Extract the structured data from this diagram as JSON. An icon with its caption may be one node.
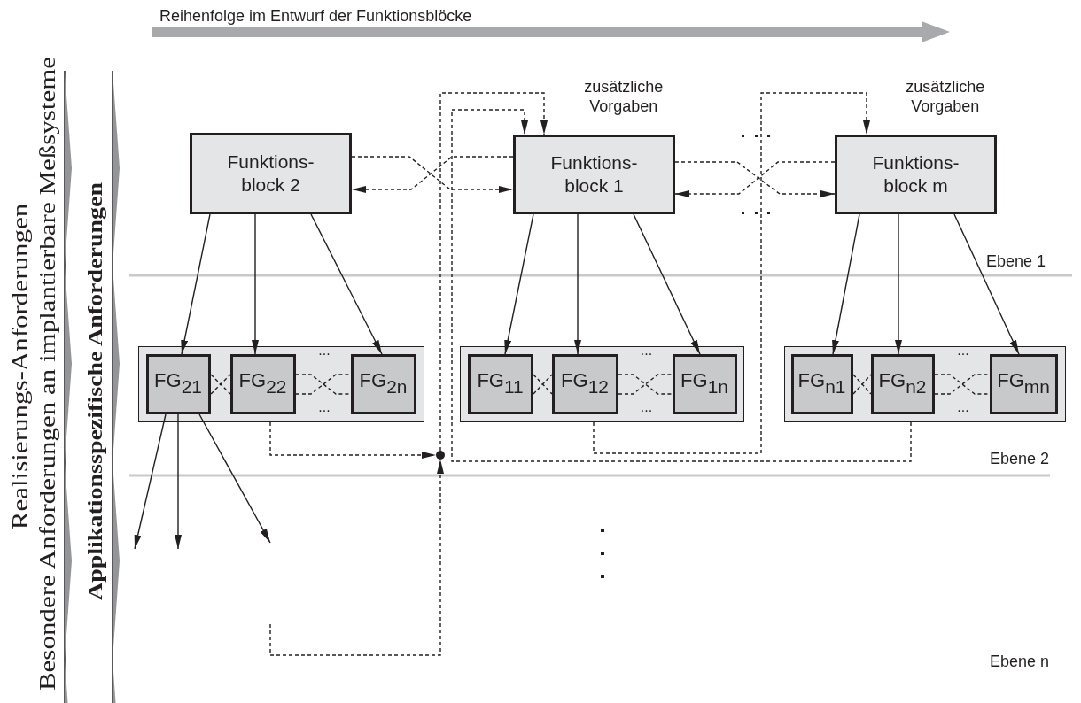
{
  "diagram": {
    "nodes": [
      {
        "text": [
          "Funktions- block 2"
        ]
      },
      {
        "text": [
          "Funktions- block 1"
        ],
        "beside": [
          "zusätzliche Vorgaben"
        ]
      },
      {
        "text": [
          "Funktions- block m"
        ],
        "beside": [
          "zusätzliche Vorgaben"
        ]
      },
      {
        "text": [
          "...",
          "..."
        ]
      },
      {
        "text": [
          "FG$_{21}$"
        ],
        "in": 3
      },
      {
        "text": [
          "FG$_{22}$"
        ],
        "in": 3
      },
      {
        "text": [
          "FG$_{2n}$"
        ],
        "in": 3
      },
      {
        "text": [
          "...",
          "..."
        ]
      },
      {
        "text": [
          "FG$_{11}$"
        ],
        "in": 7
      },
      {
        "text": [
          "FG$_{12}$"
        ],
        "in": 7
      },
      {
        "text": [
          "FG$_{1n}$"
        ],
        "in": 7
      },
      {
        "text": [
          "...",
          "..."
        ]
      },
      {
        "text": [
          "FG$_{n1}$"
        ],
        "in": 11
      },
      {
        "text": [
          "FG$_{n2}$"
        ],
        "in": 11
      },
      {
        "text": [
          "FG$_{mn}$"
        ],
        "in": 11
      },
      {
        "text": [],
        "shape": "circle"
      }
    ],
    "edges": [
      {
        "from": 0,
        "to": 1,
        "arrow": "to",
        "style": "dashed"
      },
      {
        "from": 1,
        "to": 0,
        "arrow": "to",
        "style": "dashed"
      },
      {
        "from": 1,
        "to": 2,
        "arrow": "to",
        "style": "dashed"
      },
      {
        "from": 2,
        "to": 1,
        "arrow": "to",
        "style": "dashed"
      },
      {
        "from": 0,
        "to": 4,
        "arrow": "to"
      },
      {
        "from": 0,
        "to": 5,
        "arrow": "to"
      },
      {
        "from": 0,
        "to": 6,
        "arrow": "to"
      },
      {
        "from": 1,
        "to": 8,
        "arrow": "to"
      },
      {
        "from": 1,
        "to": 9,
        "arrow": "to"
      },
      {
        "from": 1,
        "to": 10,
        "arrow": "to"
      },
      {
        "from": 2,
        "to": 12,
        "arrow": "to"
      },
      {
        "from": 2,
        "to": 13,
        "arrow": "to"
      },
      {
        "from": 2,
        "to": 14,
        "arrow": "to"
      },
      {
        "from": 4,
        "to": 5,
        "arrow": "none",
        "style": "dashed"
      },
      {
        "from": 4,
        "to": 5,
        "arrow": "none",
        "style": "dashed"
      },
      {
        "from": 5,
        "to": 6,
        "arrow": "none",
        "style": "dashed"
      },
      {
        "from": 5,
        "to": 6,
        "arrow": "none",
        "style": "dashed"
      },
      {
        "from": 8,
        "to": 9,
        "arrow": "none",
        "style": "dashed"
      },
      {
        "from": 8,
        "to": 9,
        "arrow": "none",
        "style": "dashed"
      },
      {
        "from": 9,
        "to": 10,
        "arrow": "none",
        "style": "dashed"
      },
      {
        "from": 9,
        "to": 10,
        "arrow": "none",
        "style": "dashed"
      },
      {
        "from": 12,
        "to": 13,
        "arrow": "none",
        "style": "dashed"
      },
      {
        "from": 12,
        "to": 13,
        "arrow": "none",
        "style": "dashed"
      },
      {
        "from": 13,
        "to": 14,
        "arrow": "none",
        "style": "dashed"
      },
      {
        "from": 13,
        "to": 14,
        "arrow": "none",
        "style": "dashed"
      },
      {
        "from": 4,
        "to": null,
        "arrow": "to"
      },
      {
        "from": 4,
        "to": null,
        "arrow": "to"
      },
      {
        "from": 4,
        "to": null,
        "arrow": "to"
      },
      {
        "from": 3,
        "to": 15,
        "arrow": "to",
        "style": "dashed"
      },
      {
        "from": null,
        "to": 15,
        "arrow": "to",
        "style": "dashed"
      },
      {
        "from": 15,
        "to": 1,
        "arrow": "to",
        "style": "dashed"
      },
      {
        "from": 11,
        "to": 1,
        "arrow": "to",
        "style": "dashed"
      },
      {
        "from": 7,
        "to": 2,
        "arrow": "to",
        "style": "dashed"
      }
    ],
    "labels": [
      "Reihenfolge im Entwurf der Funktionsblöcke",
      "Realisierungs-Anforderungen",
      "Besondere Anforderungen an implantierbare Meßsysteme",
      "Applikationsspezifische Anforderungen",
      "Ebene 1",
      "Ebene 2",
      "Ebene n"
    ]
  }
}
